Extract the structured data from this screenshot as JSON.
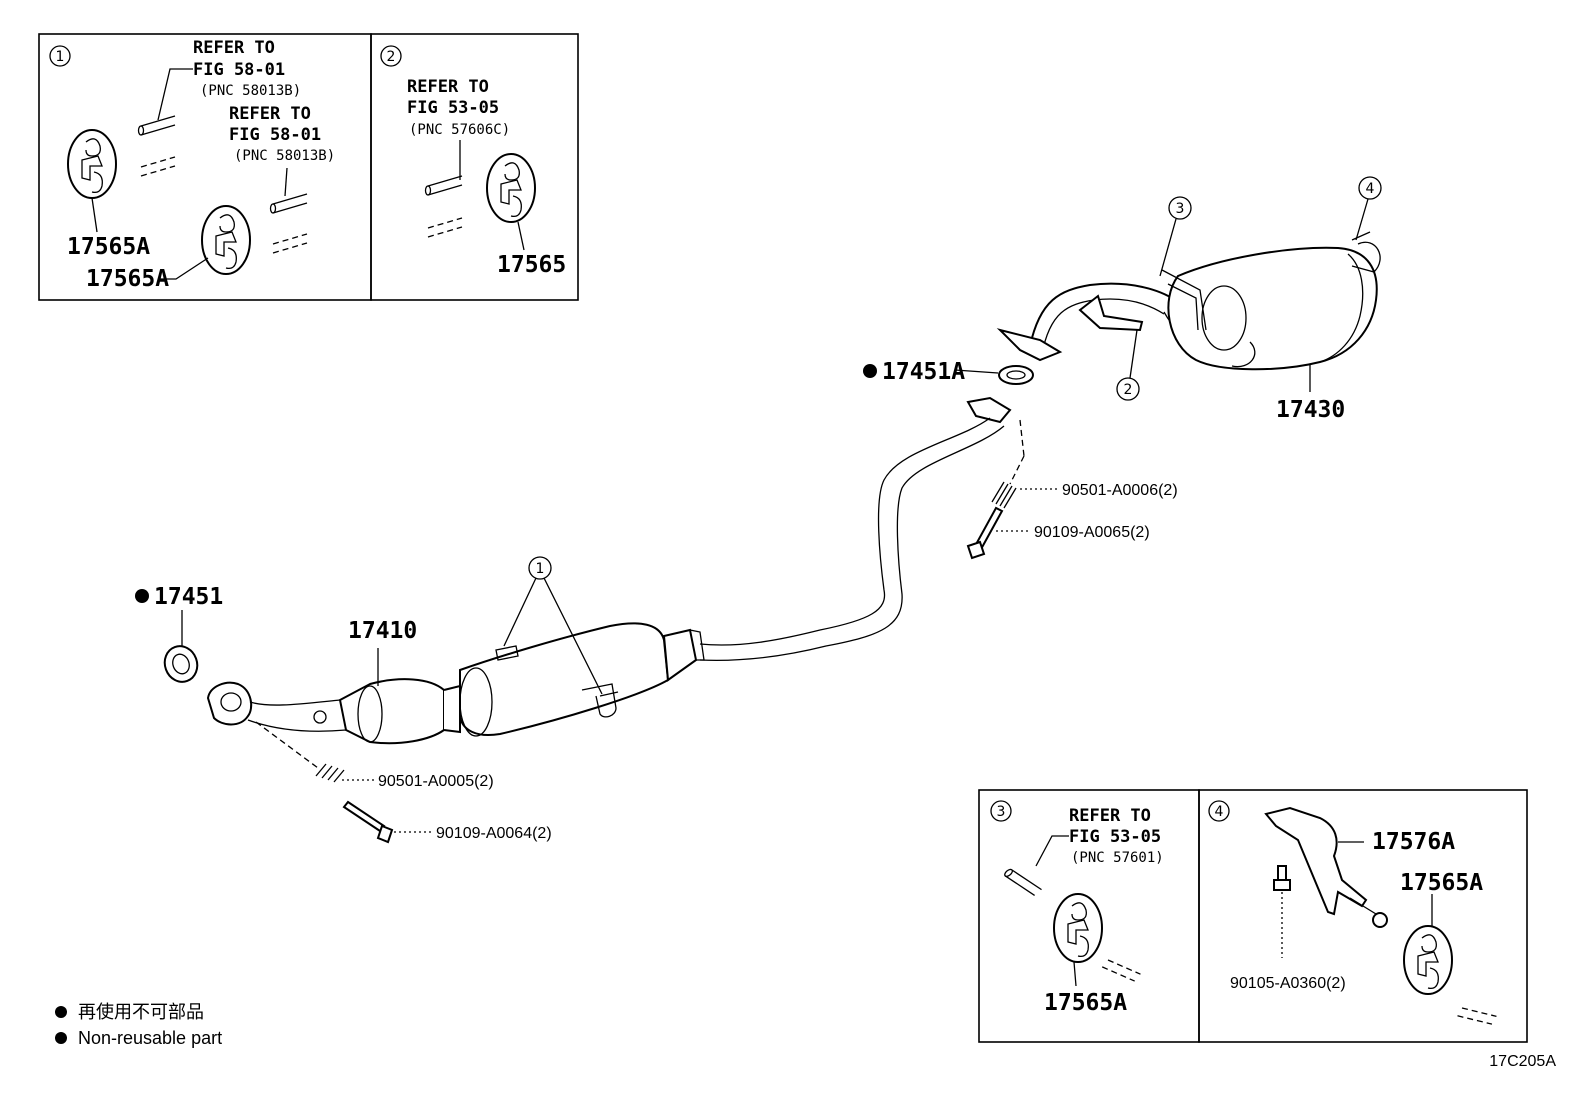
{
  "insets": {
    "inset1": {
      "number": "1",
      "ref_a": [
        "REFER TO",
        "FIG 58-01",
        "(PNC 58013B)"
      ],
      "ref_b": [
        "REFER TO",
        "FIG 58-01",
        "(PNC 58013B)"
      ],
      "part_top": "17565A",
      "part_bottom": "17565A"
    },
    "inset2": {
      "number": "2",
      "ref": [
        "REFER TO",
        "FIG 53-05",
        "(PNC 57606C)"
      ],
      "part": "17565"
    },
    "inset3": {
      "number": "3",
      "ref": [
        "REFER TO",
        "FIG 53-05",
        "(PNC 57601)"
      ],
      "part": "17565A"
    },
    "inset4": {
      "number": "4",
      "part_bracket": "17576A",
      "part_hanger": "17565A",
      "part_bolt": "90105-A0360(2)"
    }
  },
  "main": {
    "gasket_front": "17451",
    "gasket_rear": "17451A",
    "front_pipe": "17410",
    "tail_pipe": "17430",
    "spring_front": "90501-A0005(2)",
    "bolt_front": "90109-A0064(2)",
    "spring_rear": "90501-A0006(2)",
    "bolt_rear": "90109-A0065(2)",
    "callout_1": "1",
    "callout_2": "2",
    "callout_3": "3",
    "callout_4": "4"
  },
  "legend": {
    "line_ja": "再使用不可部品",
    "line_en": "Non-reusable part"
  },
  "figure_code": "17C205A"
}
